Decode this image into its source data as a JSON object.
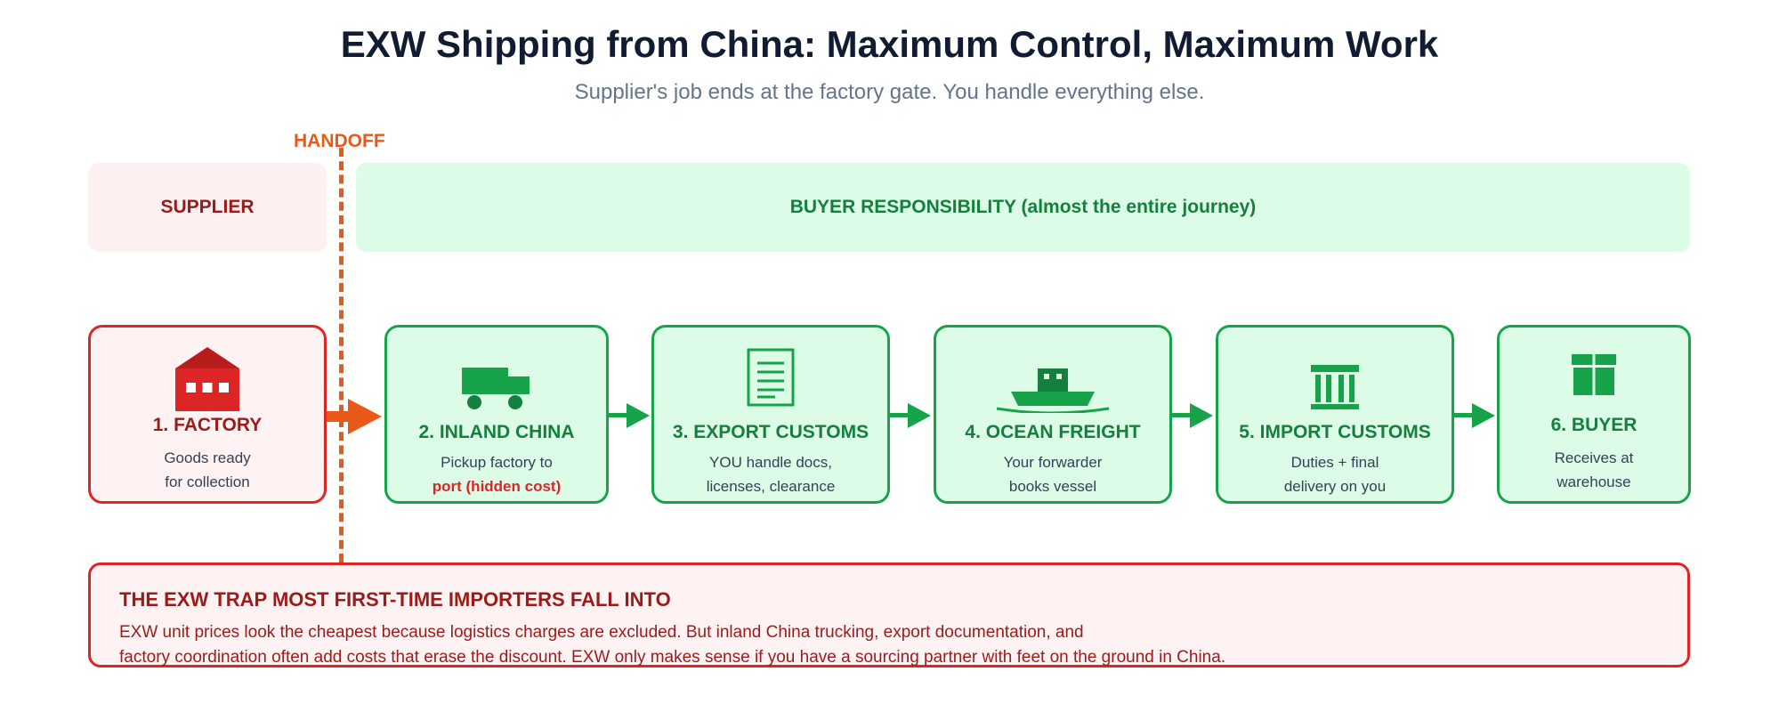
{
  "header": {
    "title": "EXW Shipping from China: Maximum Control, Maximum Work",
    "subtitle": "Supplier's job ends at the factory gate. You handle everything else."
  },
  "handoff": {
    "label": "HANDOFF"
  },
  "bands": {
    "supplier": "SUPPLIER",
    "buyer": "BUYER RESPONSIBILITY (almost the entire journey)"
  },
  "steps": [
    {
      "title": "1. FACTORY",
      "lines": [
        "Goods ready",
        "for collection"
      ],
      "icon": "factory-icon",
      "party": "supplier"
    },
    {
      "title": "2. INLAND CHINA",
      "lines": [
        "Pickup factory to",
        "port (hidden cost)"
      ],
      "icon": "truck-icon",
      "party": "buyer"
    },
    {
      "title": "3. EXPORT CUSTOMS",
      "lines": [
        "YOU handle docs,",
        "licenses, clearance"
      ],
      "icon": "document-icon",
      "party": "buyer"
    },
    {
      "title": "4. OCEAN FREIGHT",
      "lines": [
        "Your forwarder",
        "books vessel"
      ],
      "icon": "ship-icon",
      "party": "buyer"
    },
    {
      "title": "5. IMPORT CUSTOMS",
      "lines": [
        "Duties + final",
        "delivery on you"
      ],
      "icon": "customs-building-icon",
      "party": "buyer"
    },
    {
      "title": "6. BUYER",
      "lines": [
        "Receives at",
        "warehouse"
      ],
      "icon": "package-icon",
      "party": "buyer"
    }
  ],
  "trap": {
    "title": "THE EXW TRAP MOST FIRST-TIME IMPORTERS FALL INTO",
    "lines": [
      "EXW unit prices look the cheapest because logistics charges are excluded. But inland China trucking, export documentation, and",
      "factory coordination often add costs that erase the discount. EXW only makes sense if you have a sourcing partner with feet on the ground in China."
    ]
  },
  "colors": {
    "supplier_red": "#dc2626",
    "buyer_green": "#16a34a",
    "handoff_orange": "#e8591a",
    "title_navy": "#111c33"
  }
}
